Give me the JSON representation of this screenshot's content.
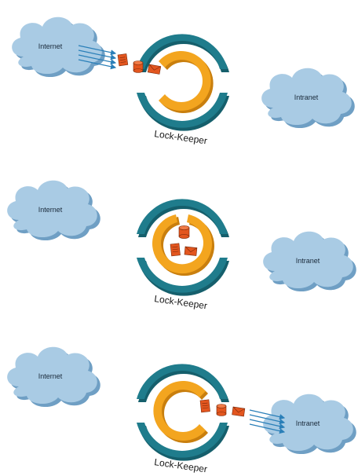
{
  "panels": [
    {
      "internet_label": "Internet",
      "intranet_label": "Intranet",
      "lock_keeper_label": "Lock-Keeper",
      "stage": "incoming-from-internet"
    },
    {
      "internet_label": "Internet",
      "intranet_label": "Intranet",
      "lock_keeper_label": "Lock-Keeper",
      "stage": "inside-lock"
    },
    {
      "internet_label": "Internet",
      "intranet_label": "Intranet",
      "lock_keeper_label": "Lock-Keeper",
      "stage": "outgoing-to-intranet"
    }
  ],
  "colors": {
    "cloud_fill": "#a9cbe4",
    "cloud_shadow": "#6f9fc4",
    "outer_ring": "#1f7c8c",
    "outer_ring_dark": "#155f6c",
    "inner_ring": "#f3a51f",
    "inner_ring_dark": "#c97f0e",
    "packet": "#e3561f",
    "arrow": "#2a7fb8"
  },
  "icons": [
    "document-icon",
    "database-icon",
    "envelope-icon"
  ]
}
